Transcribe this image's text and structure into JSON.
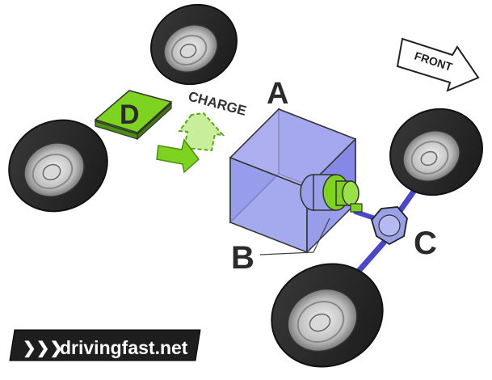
{
  "labels": {
    "a": "A",
    "b": "B",
    "c": "C",
    "d": "D",
    "charge": "CHARGE",
    "front": "FRONT"
  },
  "brand": {
    "text": "drivingfast.net",
    "chevrons": "❯❯❯"
  },
  "colors": {
    "box": "#8f93e8",
    "green": "#7ed321",
    "shaft": "#4a48c8",
    "tire": "#2e2e2e",
    "label": "#2b2b2b"
  }
}
